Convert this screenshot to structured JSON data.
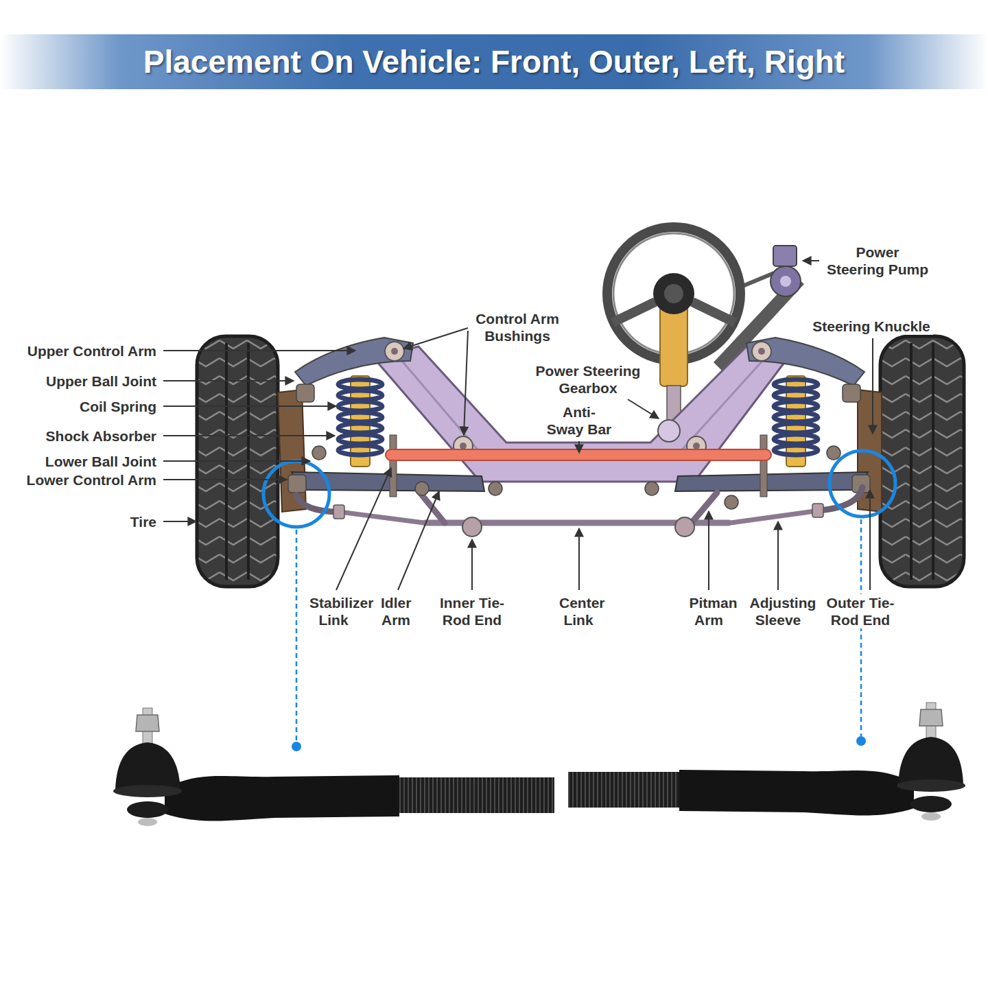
{
  "diagram": {
    "title": "Placement On Vehicle: Front, Outer, Left, Right",
    "labels": [
      "Power Steering Pump",
      "Control Arm Bushings",
      "Steering Knuckle",
      "Upper Control Arm",
      "Power Steering Gearbox",
      "Upper Ball Joint",
      "Coil Spring",
      "Anti-Sway Bar",
      "Shock Absorber",
      "Lower Ball Joint",
      "Lower Control Arm",
      "Tire",
      "Stabilizer Link",
      "Idler Arm",
      "Inner Tie-Rod End",
      "Center Link",
      "Pitman Arm",
      "Adjusting Sleeve",
      "Outer Tie-Rod End"
    ]
  }
}
